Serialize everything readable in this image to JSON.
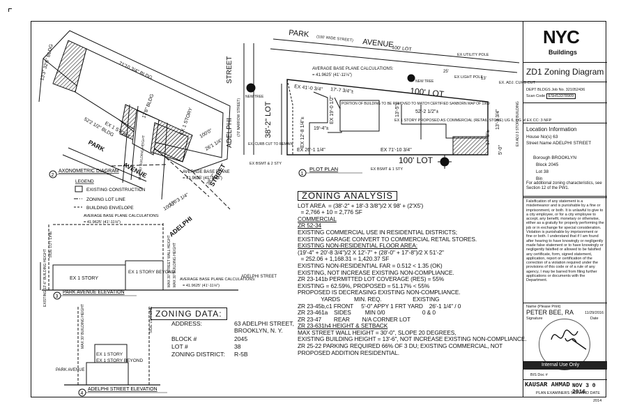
{
  "title_block": {
    "logo_main": "NYC",
    "logo_sub": "Buildings",
    "sheet_title": "ZD1 Zoning Diagram",
    "job_no_label": "DEPT BLDGS Job No.",
    "job_no": "321052436",
    "scan_code_label": "Scan Code",
    "scan_code": "ESHS3378909",
    "location_heading": "Location Information",
    "house_label": "House No(s)",
    "house_value": "63",
    "street_label": "Street Name",
    "street_value": "ADELPHI STREET",
    "borough_label": "Borough",
    "borough_value": "BROOKLYN",
    "block_label": "Block",
    "block_value": "2045",
    "lot_label": "Lot",
    "lot_value": "38",
    "bin_label": "Bin",
    "bin_value": "",
    "additional_note": "For additional zoning characteristics, see Section 12 of the PW1.",
    "falsification": "Falsification of any statement is a misdemeanor and is punishable by a fine or imprisonment, or both. It is unlawful to give to a city employee, or for a city employee to accept, any benefit, monetary or otherwise, either as a gratuity for properly performing the job or in exchange for special consideration. Violation is punishable by imprisonment or fine or both. I understand that if I am found after hearing to have knowingly or negligently made false statement or to have knowingly or negligently falsified or allowed to be falsified any certificate, form, signed statement, application, report or certification of the correction of a violation required under the provisions of this code or of a rule of any agency, I may be barred from filing further applications or documents with the Department.",
    "name_label": "Name (Please Print)",
    "name_value": "PETER   BEE, RA",
    "date_value": "11/29/2016",
    "signature_label": "Signature",
    "date_label": "Date",
    "internal_use": "Internal Use Only",
    "bis_label": "BIS Doc #",
    "examiner_name": "KAUSAR AHMAD",
    "examiner_date": "NOV 3 0 2016",
    "examiner_label": "PLAN EXAMINERS SIGN AND DATE",
    "year": "2014"
  },
  "plot_plan": {
    "caption_no": "1",
    "caption": "PLOT PLAN",
    "park_avenue": "PARK",
    "park_avenue_width": "(100' WIDE STREET)",
    "avenue": "AVENUE",
    "avenue_lot": "100' LOT",
    "adelphi": "ADELPHI",
    "street": "STREET",
    "narrow": "(70' NARROW STREET)",
    "lot_front": "38'-2\" LOT",
    "lot_100": "100' LOT",
    "lot_100_top": "100' LOT",
    "base_plane_heading": "AVERAGE BASE PLANE CALCULATIONS:",
    "base_plane_value": "= 41.9625' (41'-11⅛\")",
    "ex_41": "EX 41'-0 3/4\"",
    "ex_17": "17'-7 3/4\"±",
    "ex_19": "EX 19'-0 1/2\"",
    "ex_52": "52'-2 1/2\"±",
    "ex_19_4": "19'-4\"±",
    "ex_12": "EX 12'-8 1/4\"±",
    "ex_26": "EX 26'-1 1/4\"",
    "ex_71": "EX 71'-10 3/4\"",
    "ex_13": "13'-3 3/4\"",
    "ex_17_8": "17'-8\"±",
    "ex_5": "5'-0\"",
    "ex_13_5": "13'-5\"±",
    "portion_note": "PORTION OF BUILDING TO BE REMOVED TO MATCH CERTIFIED SANBORN MAP OF 1969",
    "proposed_note": "EX 1 STORY PROPOSED AS COMMERCIAL (RETAIL STORE) UG 6, OG M EX CC: 3 NFP",
    "new_tree_1": "NEW TREE",
    "new_tree_2": "NEW TREE",
    "curb_cut": "EX. CURB CUT TO REMAIN",
    "utility_pole": "EX UTILITY POLE",
    "light_pole": "EX LIGHT POLE",
    "adj_curb": "EX. ADJ. CURB CUT",
    "adj_story": "EX ADJ 3 STORY BUILDING",
    "bsmt_1": "EX BSMT & 2 STY",
    "bsmt_2": "EX BSMT & 1 STY",
    "dim_25": "25'",
    "dim_13": "13'"
  },
  "axonometric": {
    "caption_no": "2",
    "caption": "AXONOMETRIC DIAGRAM",
    "legend_heading": "LEGEND",
    "legend_existing": "EXISTING CONSTRUCTION",
    "legend_lot": "ZONING LOT LINE",
    "legend_envelope": "BUILDING ENVELOPE",
    "calc_heading": "AVERAGE BASE PLANE CALCULATIONS:",
    "calc_value": "= 41.9625' (41'-11⅛\")",
    "avg_heading": "AVERAGE BASE PLANE",
    "avg_value": "= 41.9625' (41'-11⅛\")",
    "bldg_71": "71'10 3/4\" BLDG",
    "bldg_17": "17'8\" BLDG",
    "bldg_13": "13'3\" 32'6\" BLDG",
    "dim_52": "52'2 1/2\" BLDG",
    "lot_100": "100'0\"",
    "lot_100b": "100'0\"",
    "lot_38": "38' 2\"",
    "lot_26": "26'1 1/4\"",
    "lot_170": "170'3 1/4\"",
    "park": "PARK",
    "avenue": "AVENUE",
    "adelphi": "ADELPHI",
    "street": "STREET",
    "ex1": "EX 1 STORY",
    "ex2": "EX 1 STORY",
    "max": "MAX 30' BUILDING HEIGHT"
  },
  "park_elevation": {
    "caption_no": "3",
    "caption": "PARK AVENUE ELEVATION",
    "ex1": "EX 1 STORY",
    "ex_beyond": "EX 1 STORY BEYOND",
    "max_wall": "MAX 30' STREET WALL HEIGHT",
    "max_bldg": "MAX 30' BUILDING HEIGHT",
    "ex_height": "EXISTING 13'-6\" BUILDING HEIGHT",
    "side_lot": "SIDE LOT LINE",
    "adelphi_label": "ADELPHI STREET",
    "calc_heading": "AVERAGE BASE PLANE CALCULATIONS:",
    "calc_value": "= 41.9625' (41'-11⅛\")"
  },
  "adelphi_elevation": {
    "caption_no": "4",
    "caption": "ADELPHI STREET ELEVATION",
    "ex1": "EX 1 STORY",
    "ex_beyond": "EX 1 STORY BEYOND",
    "park_label": "PARK AVENUE",
    "side_lot": "SIDE LOT LINE",
    "max_bldg": "MAX 30' BUILDING HEIGHT"
  },
  "zoning_data": {
    "heading": "ZONING DATA:",
    "rows": [
      {
        "label": "ADDRESS:",
        "value": "63 ADELPHI STREET,\nBROOKLYN, N. Y."
      },
      {
        "label": "BLOCK #",
        "value": "2045"
      },
      {
        "label": "LOT #",
        "value": "38"
      },
      {
        "label": "ZONING DISTRICT:",
        "value": "R-5B"
      }
    ]
  },
  "zoning_analysis": {
    "heading": "ZONING ANALYSIS",
    "lines": [
      "LOT AREA  = (38'-2\" + 18'-3 3/8\")/2 X 98' + (2'X5')",
      "  = 2,766 + 10 = 2,776 SF",
      "COMMERCIAL",
      "ZR 52-34",
      "EXISTING COMMERCIAL USE IN RESIDENTIAL DISTRICTS;",
      "EXISTING GARAGE CONVERT TO COMMERCIAL RETAIL STORES.",
      "EXISTING NON-RESIDENTIAL FLOOR AREA:",
      "(19'-4\" + 20'-8 3/4\")/2 X 12'-7\" + (28'-0\" + 17'-8\")/2 X 51'-2\"",
      "  = 252.06 + 1,168.31 = 1,420.37 SF",
      "EXISTING NON-RESIDENTIAL FAR = 0.512 < 1.35 (OK)",
      "EXISTING, NOT INCREASE EXISTING NON-COMPLIANCE.",
      "ZR 23-141b PERMITTED LOT COVERAGE (RES) = 55%",
      "EXISTING = 62.59%, PROPOSED = 51.17% < 55%",
      "PROPOSED IS DECREASING EXISTING NON-COMPLIANCE.",
      "               YARDS         MIN. REQ.                    EXISTING",
      "ZR 23-45b,c1 FRONT     5'-0\" APPY 1 FRT YARD    26'-1 1/4\" / 0",
      "ZR 23-461a    SIDES         MIN 0/0                        0 & 0",
      "ZR 23-47        REAR        N/A CORNER LOT",
      "ZR 23-631h4 HEIGHT & SETBACK",
      "MAX STREET WALL HEIGHT = 30'-0\", SLOPE 20 DEGREES,",
      "EXISTING BUILDING HEIGHT = 13'-6\", NOT INCREASE EXISTING NON-COMPLIANCE.",
      "ZR 25-22 PARKING REQUIRED 66% OF 3 DU; EXISTING COMMERCIAL, NOT",
      "PROPOSED ADDITION RESIDENTIAL."
    ],
    "underlined_lines": [
      2,
      3,
      6,
      18
    ]
  }
}
